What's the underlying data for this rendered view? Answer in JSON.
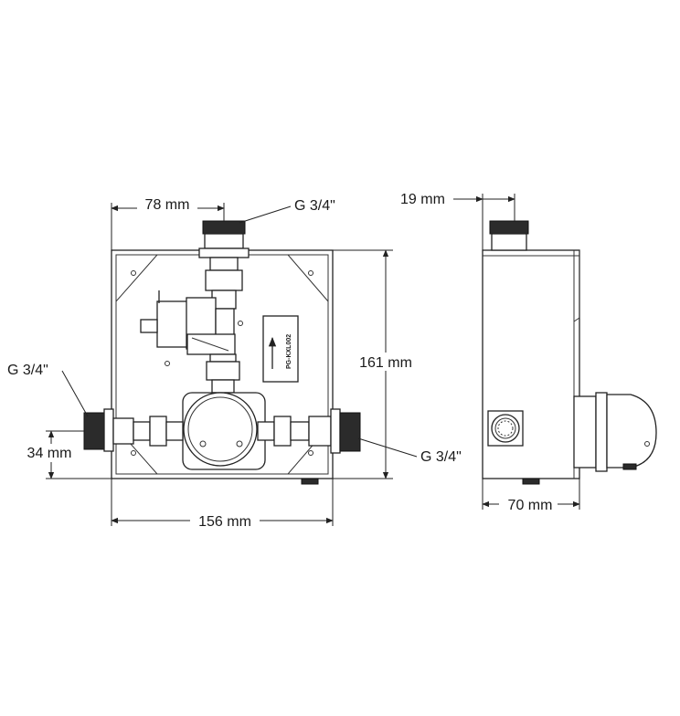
{
  "front_view": {
    "dim_top_width": "78 mm",
    "dim_height": "161 mm",
    "dim_width": "156 mm",
    "dim_side_height": "34 mm",
    "connection_top": "G 3/4\"",
    "connection_left": "G 3/4\"",
    "connection_right": "G 3/4\"",
    "label_plate_text": "PG-KXL002"
  },
  "side_view": {
    "dim_top_offset": "19 mm",
    "dim_depth": "70 mm"
  }
}
